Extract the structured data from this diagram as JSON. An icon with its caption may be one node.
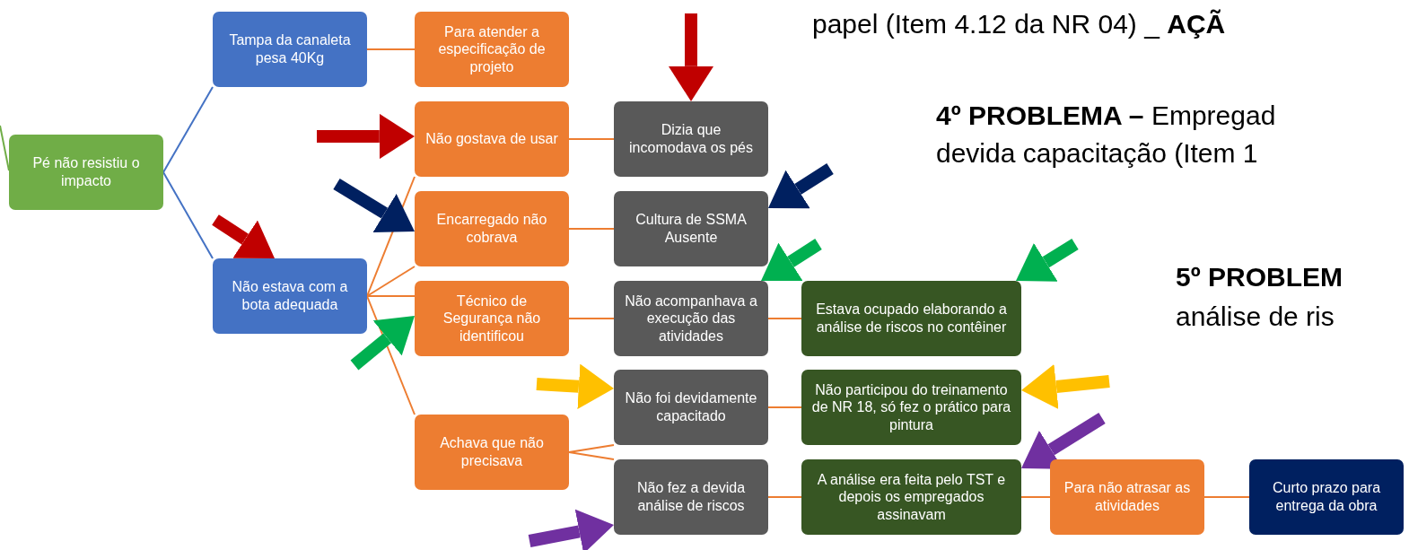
{
  "diagram": {
    "nodes": [
      {
        "text": [
          "Pé não resistiu o impacto"
        ]
      },
      {
        "text": [
          "Tampa da canaleta pesa 40Kg"
        ]
      },
      {
        "text": [
          "Não estava com a bota adequada"
        ]
      },
      {
        "text": [
          "Para atender a especificação de projeto"
        ]
      },
      {
        "text": [
          "Não gostava de usar"
        ]
      },
      {
        "text": [
          "Encarregado não cobrava"
        ]
      },
      {
        "text": [
          "Técnico de Segurança não identificou"
        ]
      },
      {
        "text": [
          "Achava que não precisava"
        ]
      },
      {
        "text": [
          "Dizia que incomodava os pés"
        ]
      },
      {
        "text": [
          "Cultura de SSMA Ausente"
        ]
      },
      {
        "text": [
          "Não acompanhava a execução das atividades"
        ]
      },
      {
        "text": [
          "Não foi devidamente capacitado"
        ]
      },
      {
        "text": [
          "Não fez a devida análise de riscos"
        ]
      },
      {
        "text": [
          "Estava ocupado elaborando a análise de riscos no contêiner"
        ]
      },
      {
        "text": [
          "Não participou do treinamento de NR 18, só fez o prático para pintura"
        ]
      },
      {
        "text": [
          "A análise era feita pelo TST e depois os empregados assinavam"
        ]
      },
      {
        "text": [
          "Para não atrasar as atividades"
        ]
      },
      {
        "text": [
          "Curto prazo para entrega da obra"
        ]
      }
    ],
    "edges": [
      {
        "from": null,
        "to": 0,
        "arrow": "none",
        "color": "#70ad47"
      },
      {
        "from": 0,
        "to": 1,
        "arrow": "none",
        "color": "#4472c4"
      },
      {
        "from": 0,
        "to": 2,
        "arrow": "none",
        "color": "#4472c4"
      },
      {
        "from": 1,
        "to": 3,
        "arrow": "none"
      },
      {
        "from": 2,
        "to": 4,
        "arrow": "none"
      },
      {
        "from": 2,
        "to": 5,
        "arrow": "none"
      },
      {
        "from": 2,
        "to": 6,
        "arrow": "none"
      },
      {
        "from": 2,
        "to": 7,
        "arrow": "none"
      },
      {
        "from": 4,
        "to": 8,
        "arrow": "none"
      },
      {
        "from": 5,
        "to": 9,
        "arrow": "none"
      },
      {
        "from": 6,
        "to": 10,
        "arrow": "none"
      },
      {
        "from": 7,
        "to": 11,
        "arrow": "none"
      },
      {
        "from": 7,
        "to": 12,
        "arrow": "none"
      },
      {
        "from": 10,
        "to": 13,
        "arrow": "none"
      },
      {
        "from": 11,
        "to": 14,
        "arrow": "none"
      },
      {
        "from": 12,
        "to": 15,
        "arrow": "none"
      },
      {
        "from": 15,
        "to": 16,
        "arrow": "none"
      },
      {
        "from": 16,
        "to": 17,
        "arrow": "none"
      },
      {
        "from": null,
        "to": 8,
        "arrow": "to",
        "style": "thick",
        "color": "#c00000"
      },
      {
        "from": null,
        "to": 4,
        "arrow": "to",
        "style": "thick",
        "color": "#c00000"
      },
      {
        "from": null,
        "to": 2,
        "arrow": "to",
        "style": "thick",
        "color": "#c00000"
      },
      {
        "from": null,
        "to": 5,
        "arrow": "to",
        "style": "thick",
        "color": "#002060"
      },
      {
        "from": null,
        "to": 9,
        "arrow": "to",
        "style": "thick",
        "color": "#002060"
      },
      {
        "from": null,
        "to": 10,
        "arrow": "to",
        "style": "thick",
        "color": "#00b050"
      },
      {
        "from": null,
        "to": 13,
        "arrow": "to",
        "style": "thick",
        "color": "#00b050"
      },
      {
        "from": null,
        "to": 6,
        "arrow": "to",
        "style": "thick",
        "color": "#00b050"
      },
      {
        "from": null,
        "to": 11,
        "arrow": "to",
        "style": "thick",
        "color": "#ffc000"
      },
      {
        "from": null,
        "to": 14,
        "arrow": "to",
        "style": "thick",
        "color": "#ffc000"
      },
      {
        "from": null,
        "to": 15,
        "arrow": "to",
        "style": "thick",
        "color": "#7030a0"
      },
      {
        "from": null,
        "to": 12,
        "arrow": "to",
        "style": "thick",
        "color": "#7030a0"
      }
    ],
    "labels": [
      "papel (Item 4.12 da NR 04) _ **AÇÃ**",
      "**4º PROBLEMA –** Empregad",
      "devida capacitação (Item 1",
      "**5º PROBLEM**",
      "análise de ris"
    ]
  }
}
